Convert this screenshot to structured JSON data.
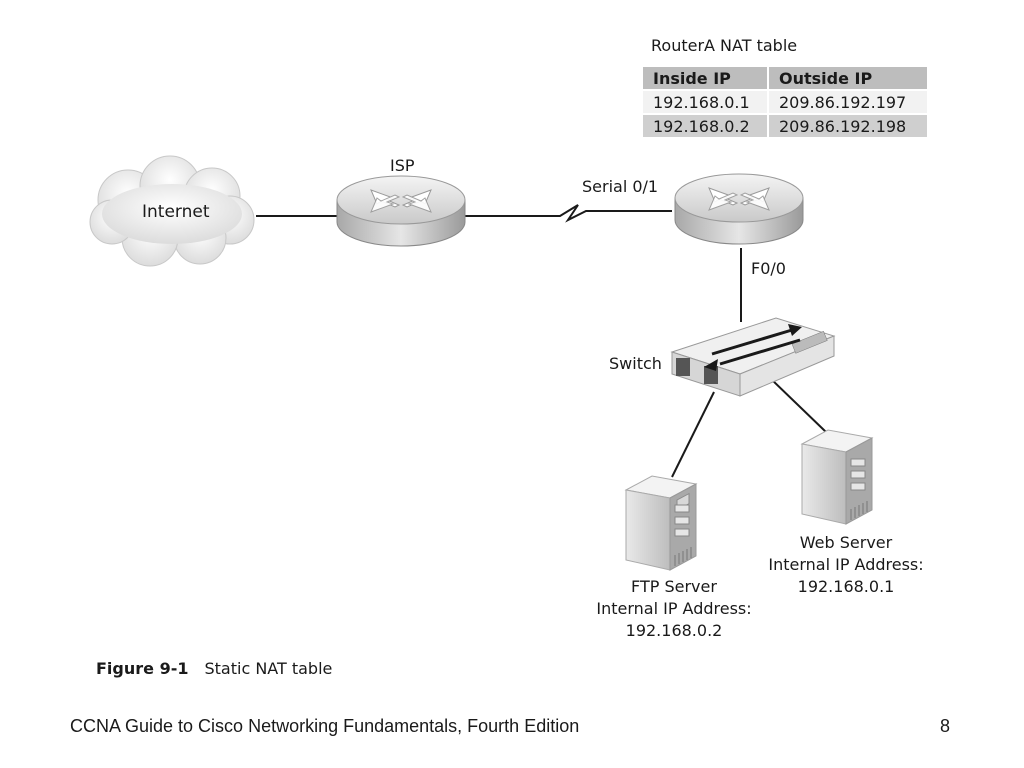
{
  "nat_table": {
    "title": "RouterA NAT table",
    "headers": [
      "Inside IP",
      "Outside IP"
    ],
    "rows": [
      [
        "192.168.0.1",
        "209.86.192.197"
      ],
      [
        "192.168.0.2",
        "209.86.192.198"
      ]
    ]
  },
  "nodes": {
    "internet": "Internet",
    "isp": "ISP",
    "switch": "Switch",
    "serial_interface": "Serial 0/1",
    "fast_ethernet_interface": "F0/0",
    "ftp_server": {
      "name": "FTP Server",
      "ip_label": "Internal IP Address:",
      "ip": "192.168.0.2"
    },
    "web_server": {
      "name": "Web Server",
      "ip_label": "Internal IP Address:",
      "ip": "192.168.0.1"
    }
  },
  "caption": {
    "label": "Figure 9-1",
    "text": "Static NAT table"
  },
  "footer": {
    "title": "CCNA Guide to Cisco Networking Fundamentals, Fourth Edition",
    "page_number": "8"
  }
}
